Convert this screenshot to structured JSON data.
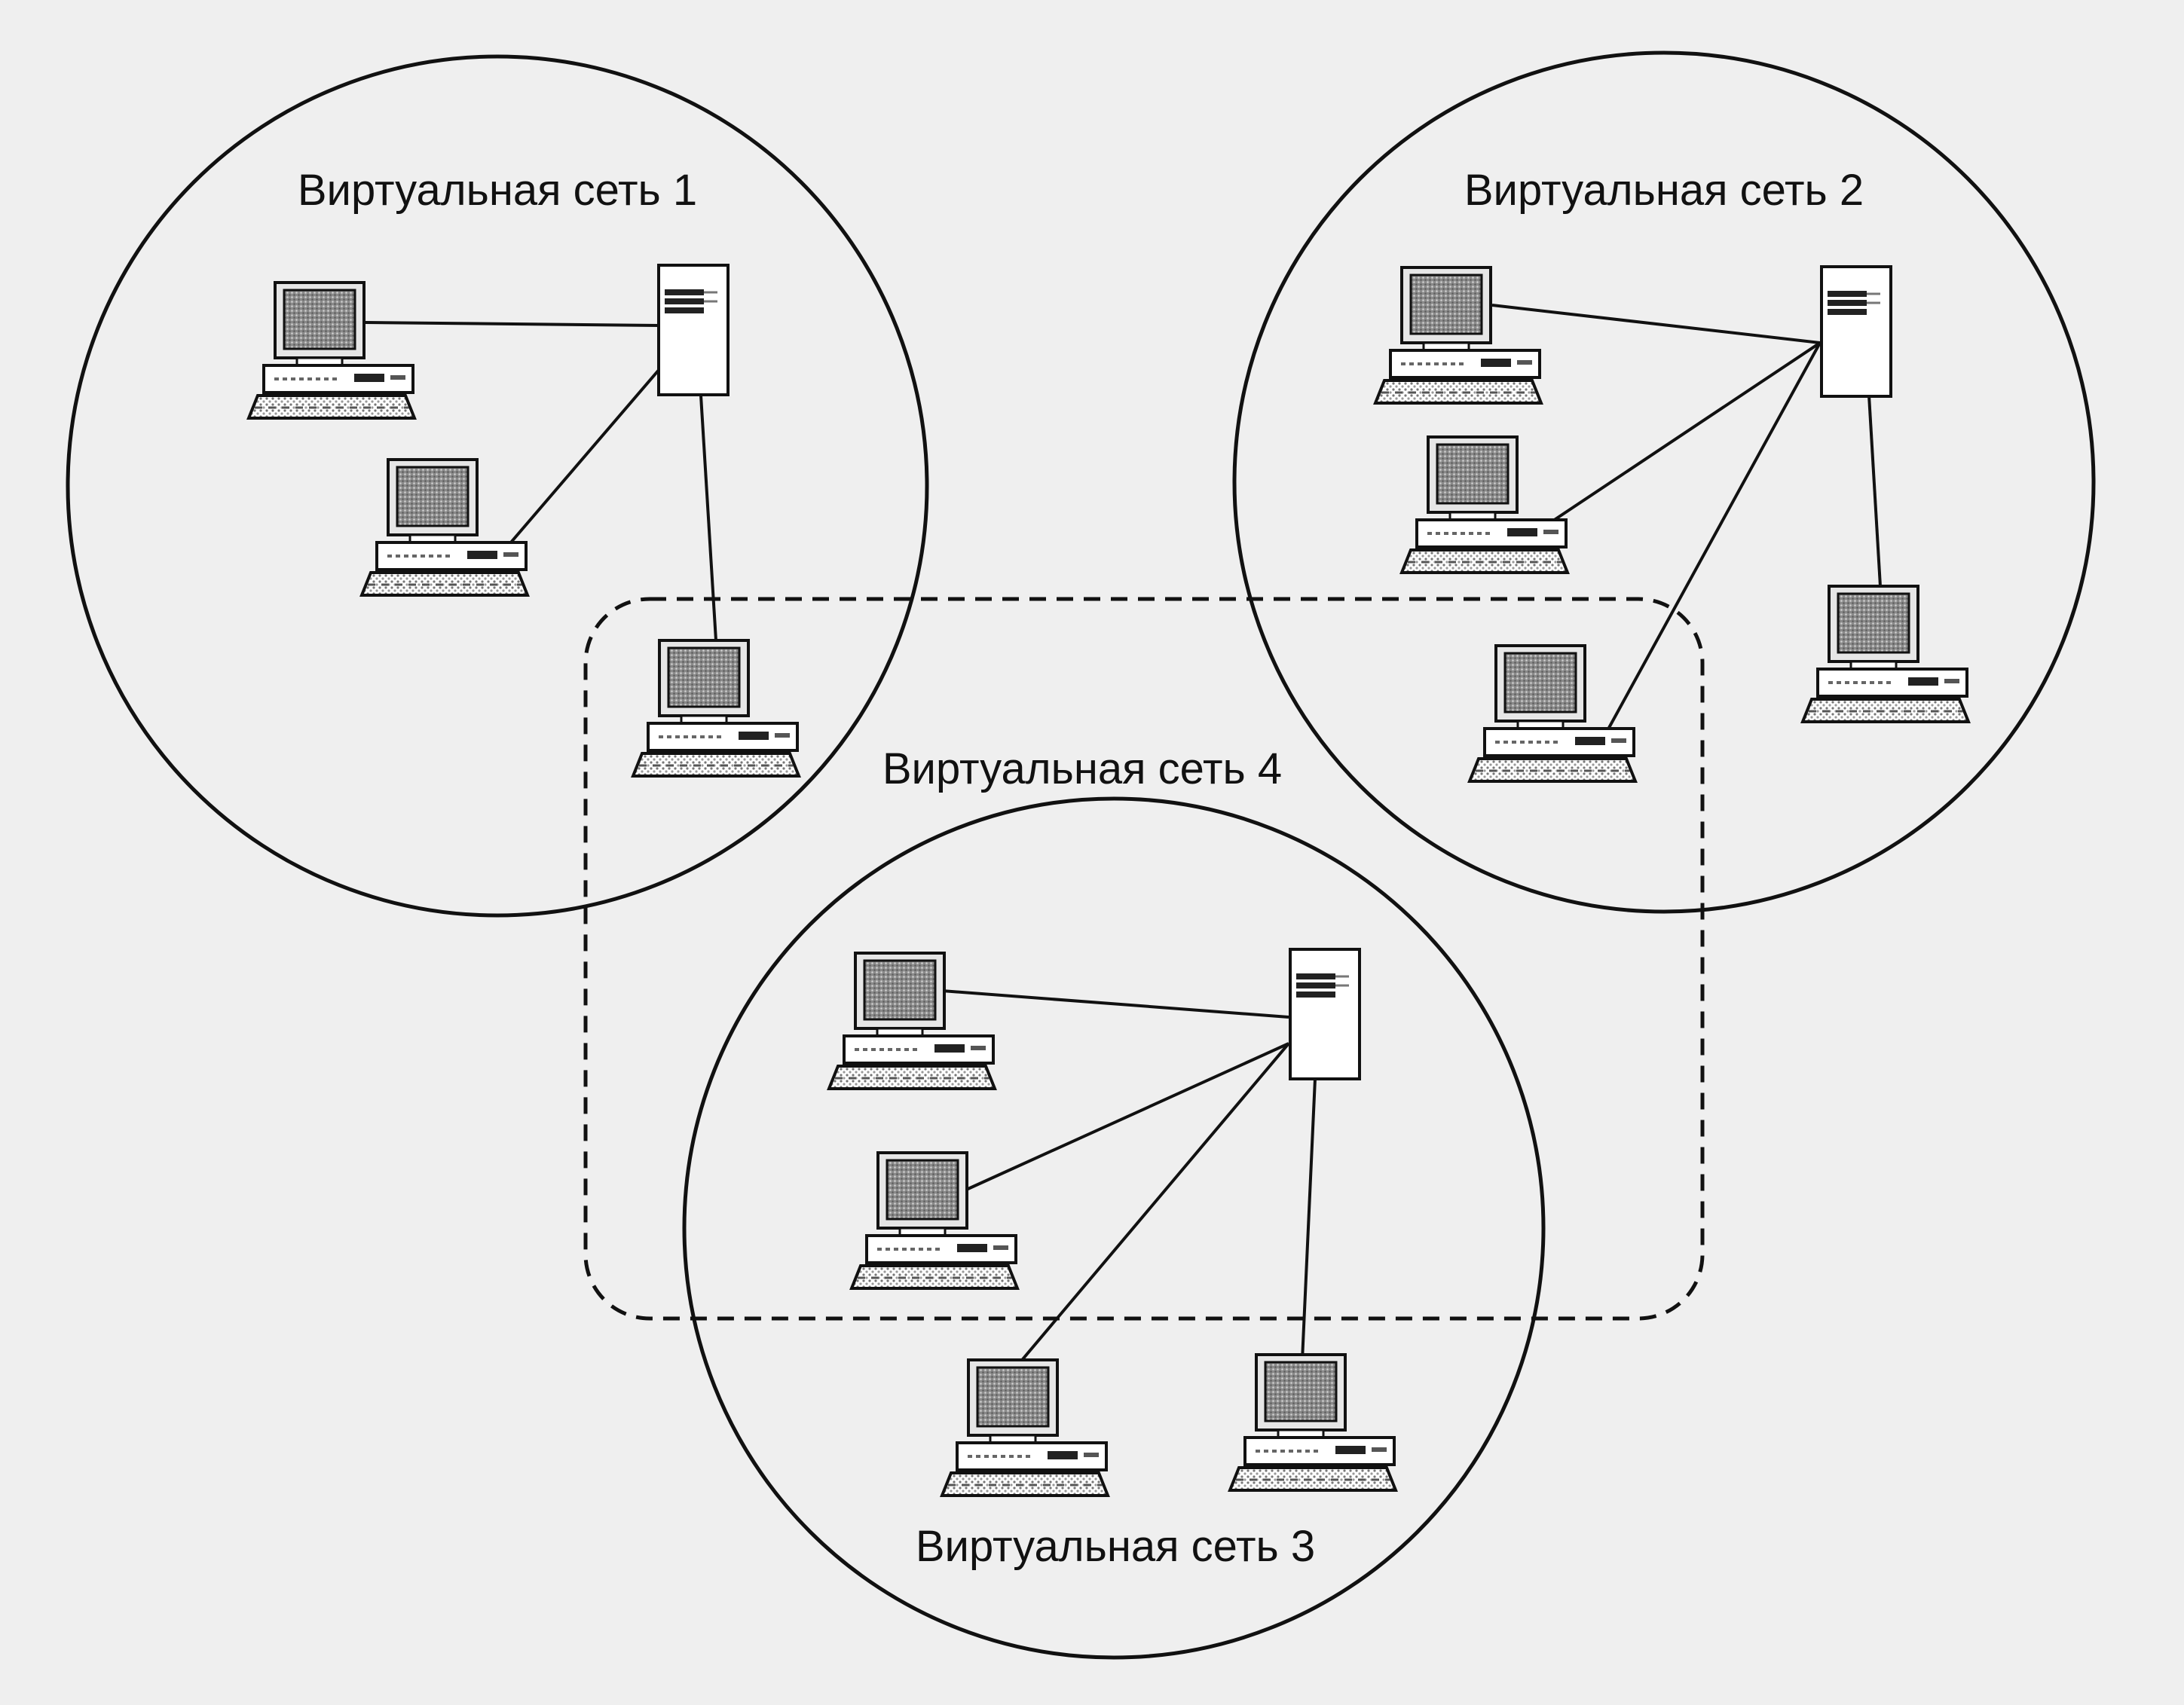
{
  "diagram": {
    "labels": {
      "net1": "Виртуальная сеть 1",
      "net2": "Виртуальная сеть 2",
      "net3": "Виртуальная сеть 3",
      "net4": "Виртуальная сеть 4"
    }
  },
  "colors": {
    "background": "#efefef",
    "stroke": "#111111",
    "screen": "#9a9a9a",
    "device_fill": "#ffffff"
  },
  "icons": [
    "workstation-icon",
    "server-icon"
  ]
}
